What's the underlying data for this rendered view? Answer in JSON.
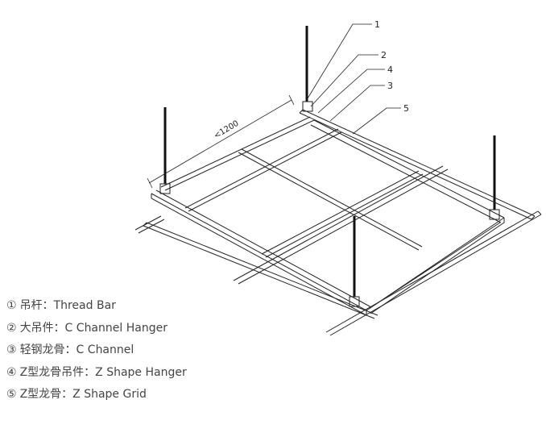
{
  "dimension_label": "<1200",
  "callouts": [
    "1",
    "2",
    "4",
    "3",
    "5"
  ],
  "legend": [
    {
      "num": "①",
      "text": "吊杆：Thread Bar"
    },
    {
      "num": "②",
      "text": "大吊件：C Channel Hanger"
    },
    {
      "num": "③",
      "text": "轻钢龙骨：C Channel"
    },
    {
      "num": "④",
      "text": "Z型龙骨吊件：Z Shape Hanger"
    },
    {
      "num": "⑤",
      "text": "Z型龙骨：Z Shape Grid"
    }
  ],
  "colors": {
    "line": "#222222",
    "legend_text": "#444444",
    "background": "#ffffff"
  }
}
